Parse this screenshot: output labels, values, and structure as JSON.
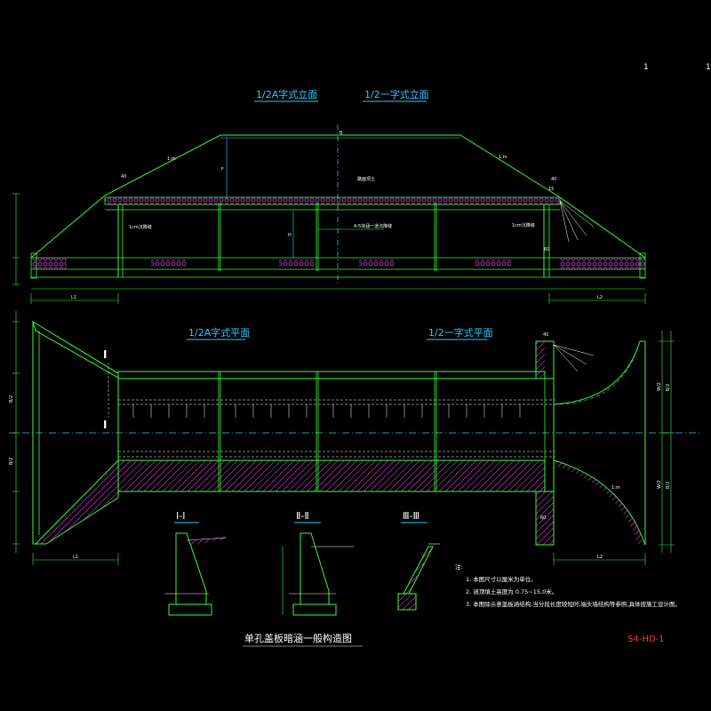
{
  "page_numbers": [
    "1",
    "1"
  ],
  "titles": {
    "elevation_left": "1/2A字式立面",
    "elevation_right": "1/2一字式立面",
    "plan_left": "1/2A字式平面",
    "plan_right": "1/2一字式平面"
  },
  "sections": {
    "s1": "I-I",
    "s2": "Ⅱ-Ⅱ",
    "s3": "Ⅲ-Ⅲ",
    "cut_mark": "I"
  },
  "elevation_labels": {
    "fill_top": "路面顶土",
    "waterproof_left": "1cm沉降缝",
    "waterproof_right": "1cm沉降缝",
    "slab_note": "4-5块涵一道沉降缝",
    "dim_B": "B",
    "dim_F": "F",
    "slope_left": "1:m",
    "slope_right": "1:m",
    "dim_H": "H",
    "dim_40": "40",
    "dim_60": "60",
    "dim_L1": "L1",
    "dim_L2": "L2",
    "dim_15": "15"
  },
  "plan_labels": {
    "dim_B2": "B/2",
    "dim_W2": "W/2",
    "dim_L1": "L1",
    "dim_L2": "L2",
    "dim_40": "40",
    "dim_60": "60",
    "dim_1m": "1:m"
  },
  "notes": {
    "heading": "注:",
    "items": [
      "1. 本图尺寸以厘米为单位。",
      "2. 涵顶填土高度为 0.75~15.0米。",
      "3. 本图除示意盖板涵结构,当分段长度较短时,端头墙结构等参照,具体按施工设计图。"
    ]
  },
  "main_title": "单孔盖板暗涵一般构造图",
  "sheet_number": "S4-HD-1",
  "colors": {
    "background": "#000000",
    "structure": "#33ff33",
    "centerline": "#2ec9ff",
    "hatch": "#e040e0",
    "text": "#ffffff",
    "title": "#2ec9ff",
    "sheet": "#ff3333"
  }
}
